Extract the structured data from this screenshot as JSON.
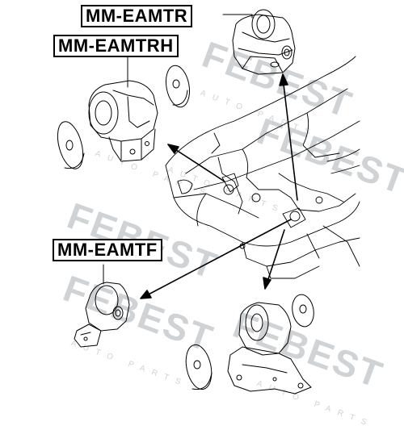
{
  "labels": {
    "rear_mount": "MM-EAMTR",
    "right_mount": "MM-EAMTRH",
    "front_mount": "MM-EAMTF"
  },
  "watermark": {
    "brand": "FEBEST",
    "sub": "AUTO PARTS"
  },
  "colors": {
    "line": "#000000",
    "watermark": "#cfd3d6",
    "background": "#ffffff"
  }
}
